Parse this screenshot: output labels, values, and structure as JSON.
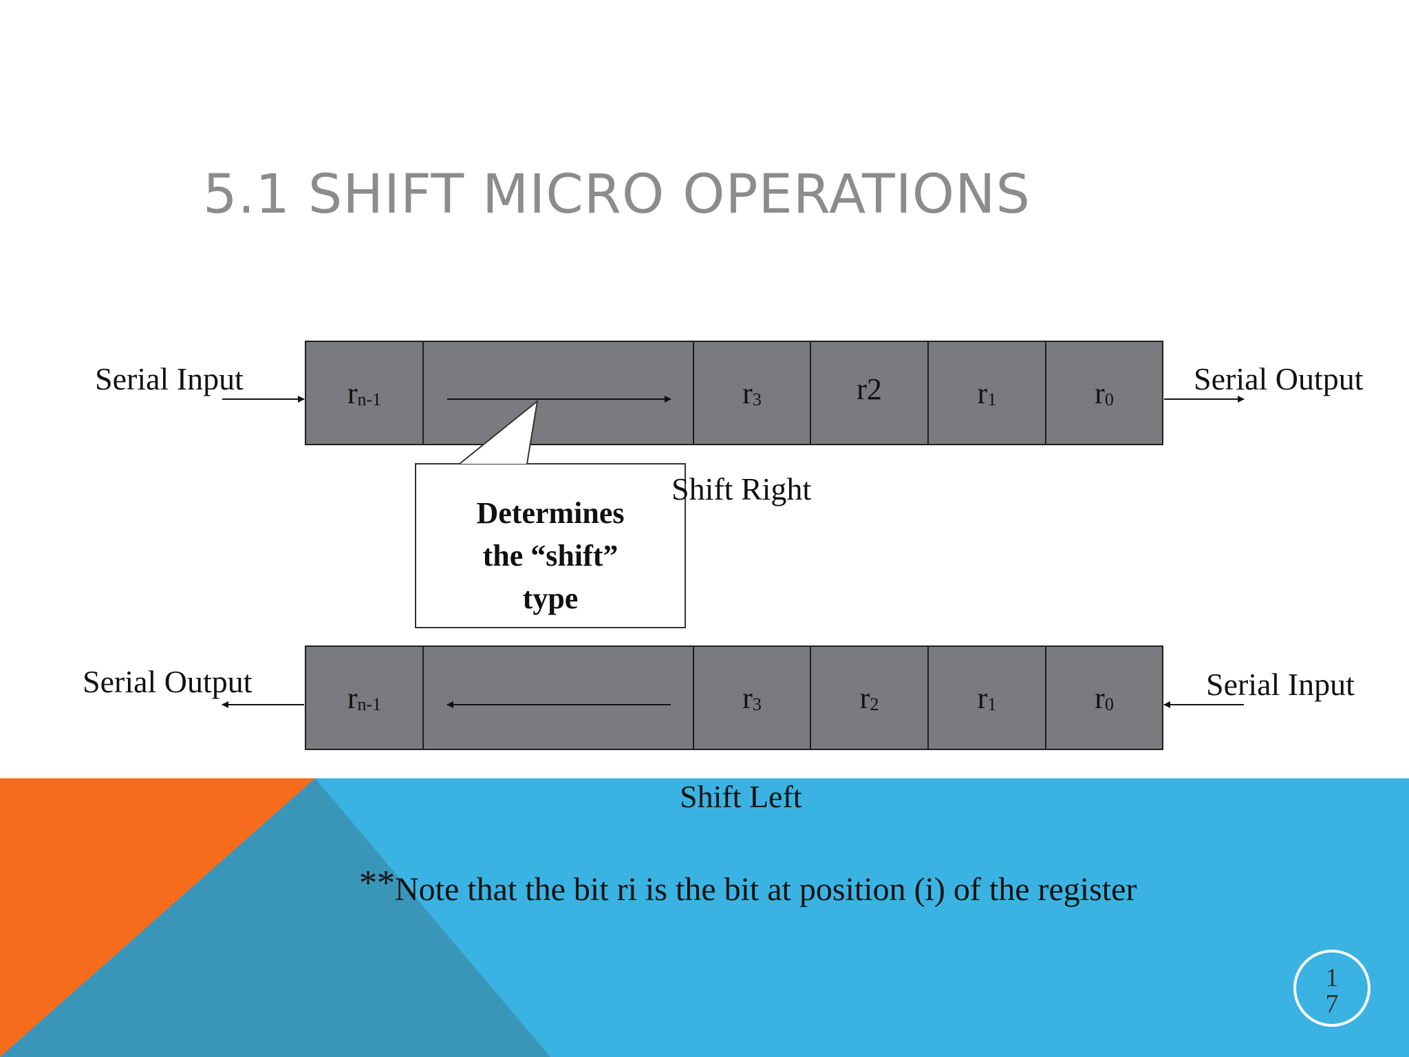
{
  "slide": {
    "title": "5.1 SHIFT MICRO OPERATIONS",
    "page_number_digits": [
      "1",
      "7"
    ],
    "colors": {
      "accent_orange": "#f76c1c",
      "accent_blue": "#3ab3e2",
      "accent_blue_dark": "#3a96b9",
      "register_gray": "#7a7b7f"
    }
  },
  "shift_right": {
    "serial_input_label": "Serial Input",
    "serial_output_label": "Serial Output",
    "caption": "Shift Right",
    "cells": [
      {
        "base": "r",
        "sub": "n-1"
      },
      {
        "base": "",
        "sub": ""
      },
      {
        "base": "r",
        "sub": "3"
      },
      {
        "base": "r2",
        "sub": ""
      },
      {
        "base": "r",
        "sub": "1"
      },
      {
        "base": "r",
        "sub": "0"
      }
    ]
  },
  "callout": {
    "lines": [
      "Determines",
      "the “shift”",
      "type"
    ]
  },
  "shift_left": {
    "serial_output_label": "Serial Output",
    "serial_input_label": "Serial Input",
    "caption": "Shift Left",
    "cells": [
      {
        "base": "r",
        "sub": "n-1"
      },
      {
        "base": "",
        "sub": ""
      },
      {
        "base": "r",
        "sub": "3"
      },
      {
        "base": "r",
        "sub": "2"
      },
      {
        "base": "r",
        "sub": "1"
      },
      {
        "base": "r",
        "sub": "0"
      }
    ]
  },
  "note": {
    "prefix": "**",
    "text": "Note that the bit  ri  is the bit at position (i) of the register"
  }
}
